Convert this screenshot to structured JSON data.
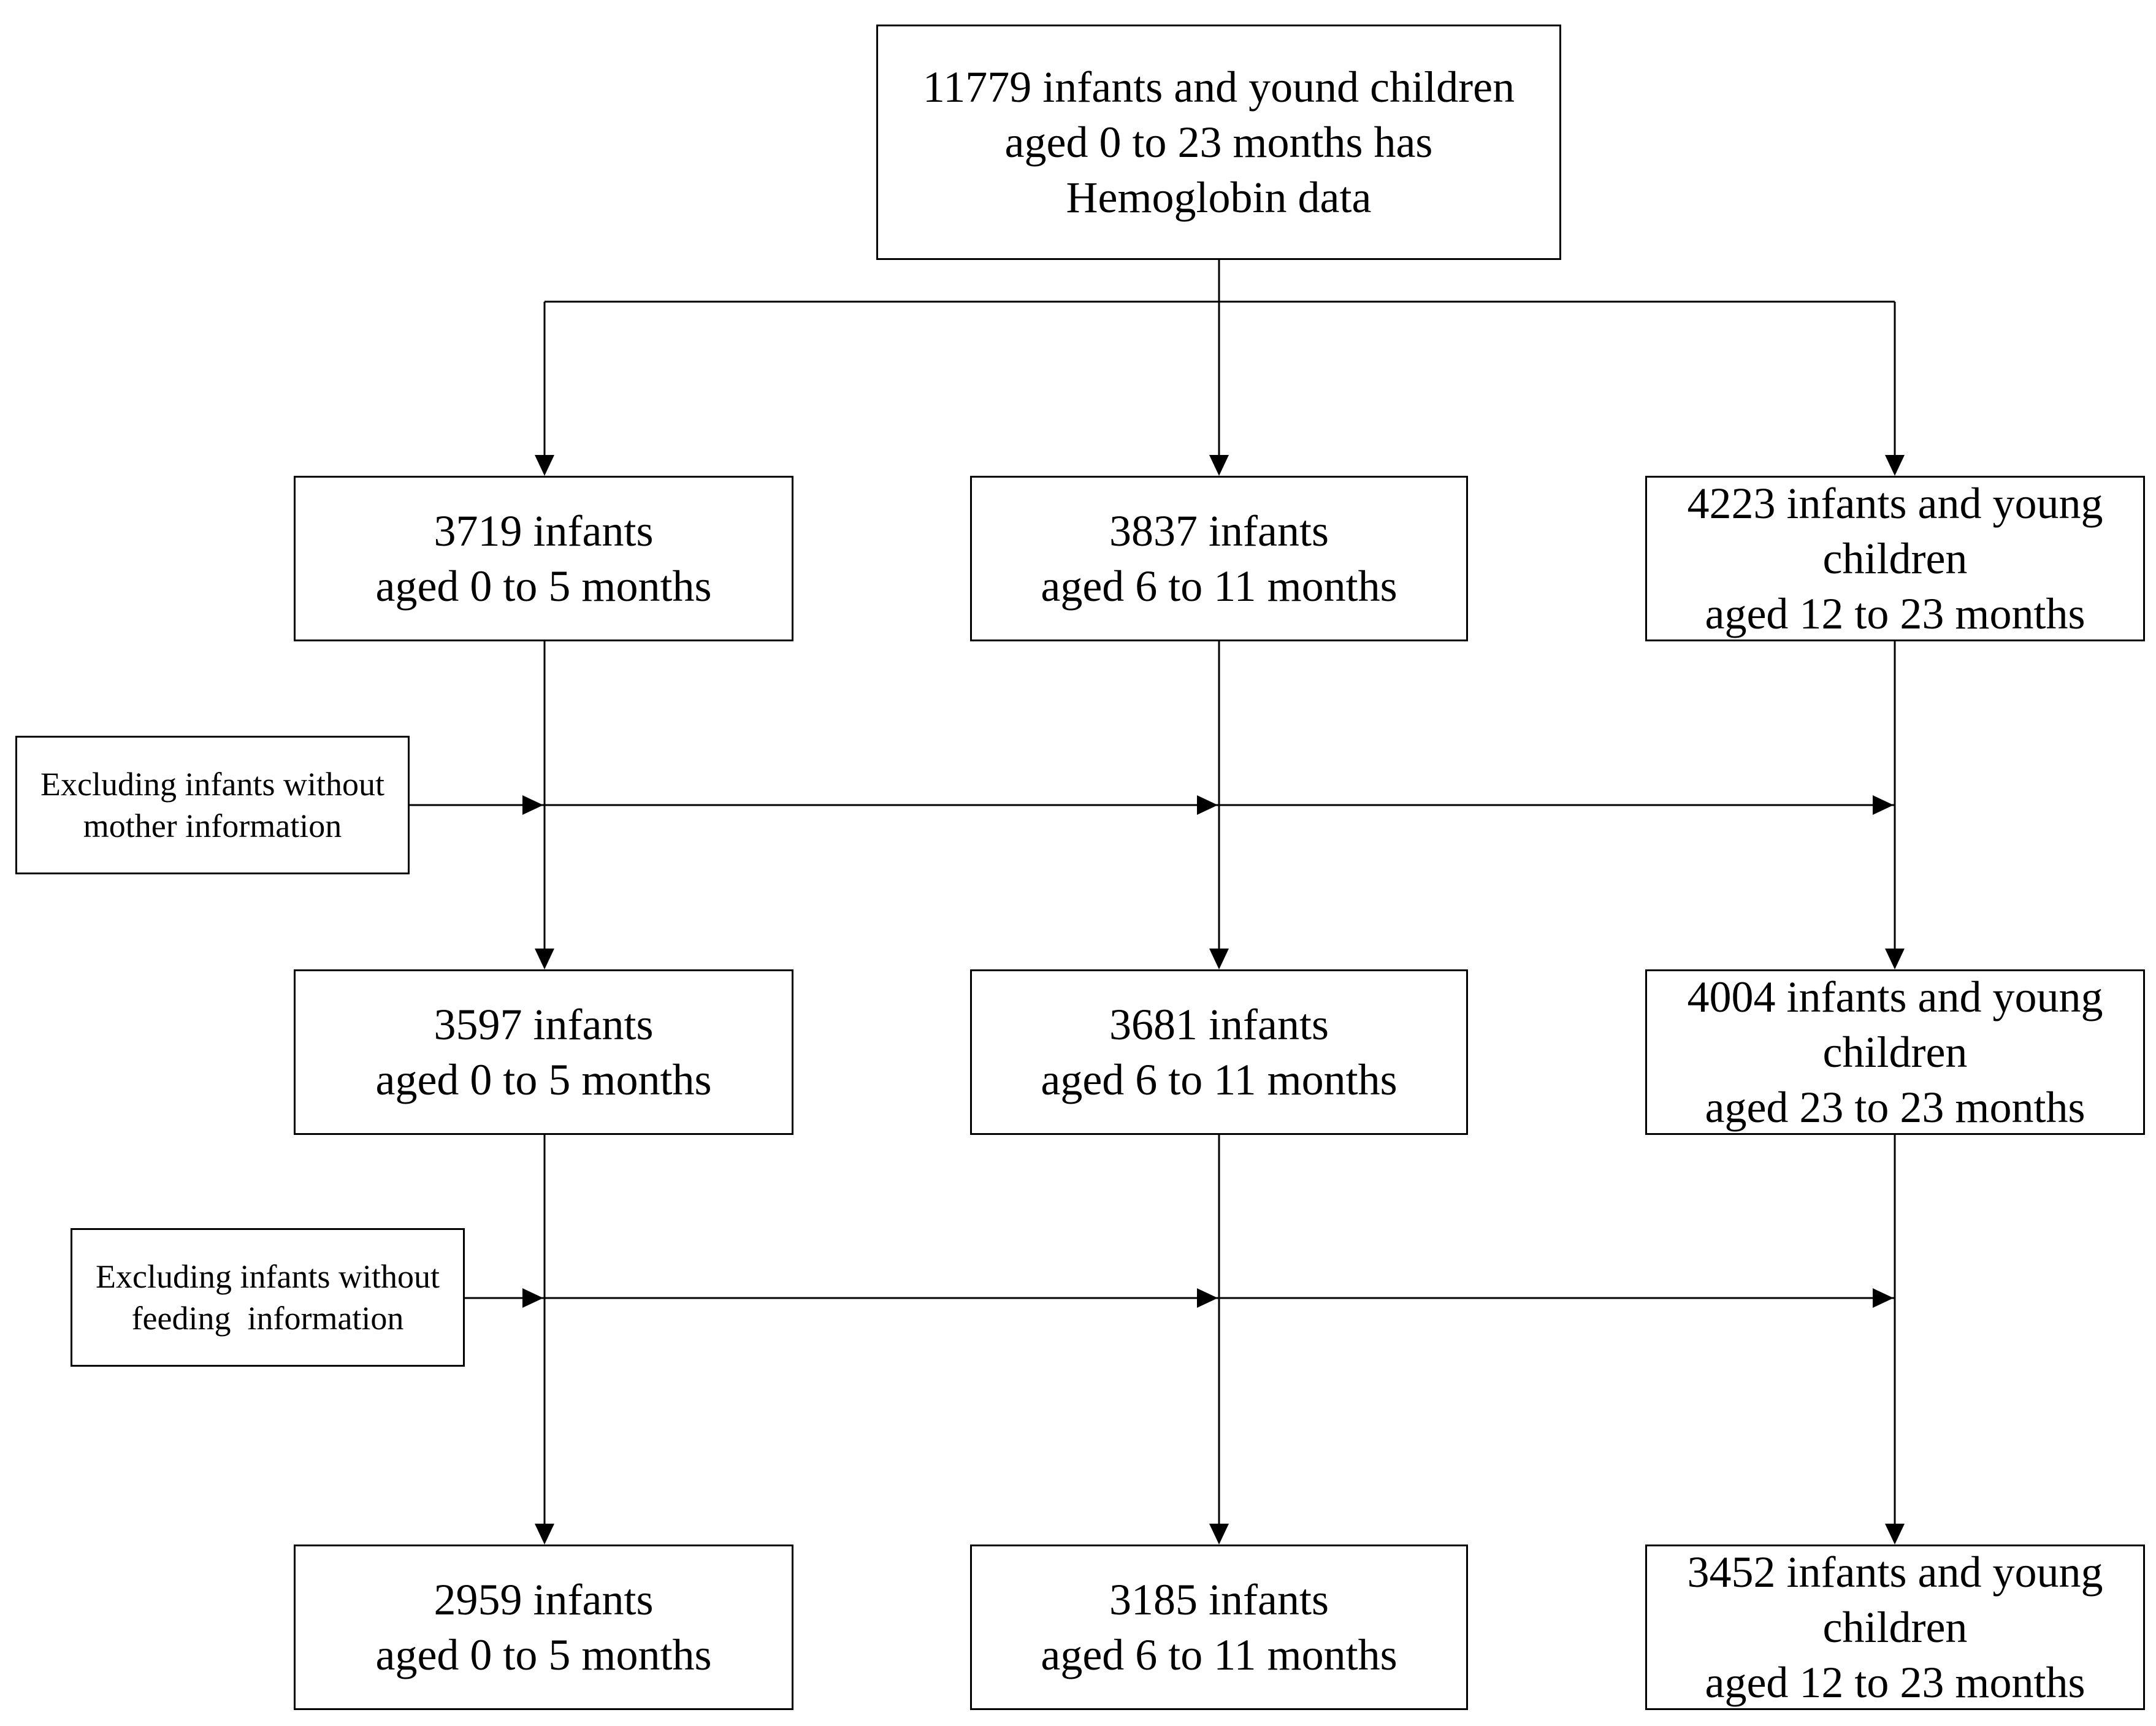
{
  "diagram": {
    "top_node": {
      "lines": [
        "11779 infants and yound children",
        "aged 0 to 23 months has",
        "Hemoglobin data"
      ]
    },
    "level1": [
      {
        "lines": [
          "3719 infants",
          "aged 0 to 5 months"
        ]
      },
      {
        "lines": [
          "3837 infants",
          "aged 6 to 11 months"
        ]
      },
      {
        "lines": [
          "4223 infants and young",
          "children",
          "aged 12 to 23 months"
        ]
      }
    ],
    "exclusion_1": {
      "lines": [
        "Excluding infants without",
        "mother information"
      ]
    },
    "level2": [
      {
        "lines": [
          "3597 infants",
          "aged 0 to 5 months"
        ]
      },
      {
        "lines": [
          "3681 infants",
          "aged 6 to 11 months"
        ]
      },
      {
        "lines": [
          "4004 infants and young",
          "children",
          "aged 23 to 23 months"
        ]
      }
    ],
    "exclusion_2": {
      "lines": [
        "Excluding infants without",
        "feeding  information"
      ]
    },
    "level3": [
      {
        "lines": [
          "2959 infants",
          "aged 0 to 5 months"
        ]
      },
      {
        "lines": [
          "3185 infants",
          "aged 6 to 11 months"
        ]
      },
      {
        "lines": [
          "3452 infants and young",
          "children",
          "aged 12 to 23 months"
        ]
      }
    ]
  }
}
